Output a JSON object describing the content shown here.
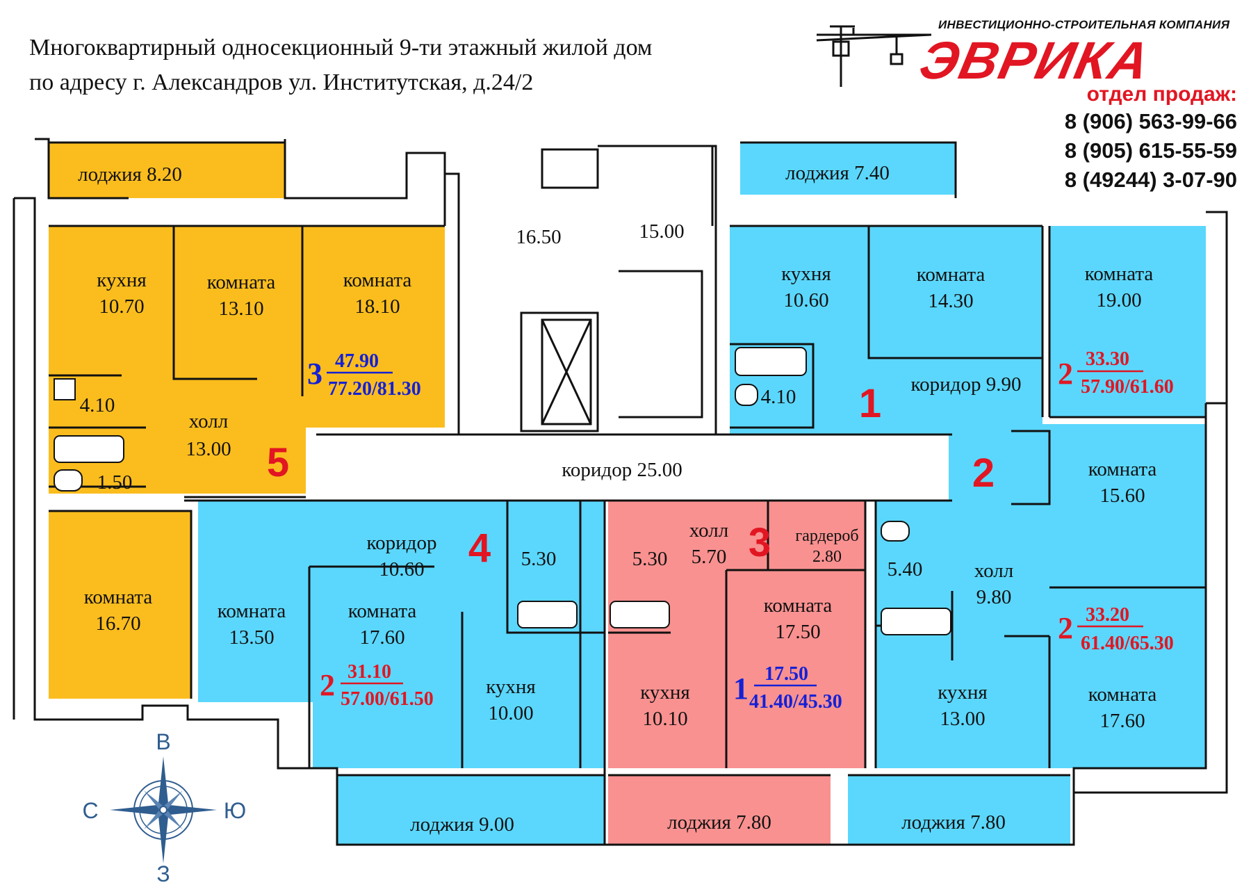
{
  "title": {
    "line1": "Многоквартирный односекционный  9-ти этажный жилой дом",
    "line2": "по адресу г. Александров ул. Институтская, д.24/2"
  },
  "company": {
    "subtitle": "ИНВЕСТИЦИОННО-СТРОИТЕЛЬНАЯ КОМПАНИЯ",
    "name": "ЭВРИКА",
    "brand_color": "#e11622"
  },
  "sales": {
    "heading": "отдел продаж:",
    "phones": [
      "8 (906) 563-99-66",
      "8 (905) 615-55-59",
      "8 (49244) 3-07-90"
    ]
  },
  "colors": {
    "apt_yellow": "#fbbd1e",
    "apt_blue": "#5bd7fd",
    "apt_pink": "#f99190",
    "wall": "#ffffff",
    "stroke": "#111111",
    "red_text": "#e11622",
    "blue_text": "#1421d6",
    "compass": "#2f5d8f"
  },
  "common": {
    "stair_a": "16.50",
    "stair_b": "15.00",
    "corridor": "коридор   25.00"
  },
  "apartments": {
    "a5": {
      "number": "5",
      "rooms": "3",
      "living": "47.90",
      "total": "77.20/81.30",
      "loggia": "лоджия    8.20",
      "kitchen": [
        "кухня",
        "10.70"
      ],
      "room1": [
        "комната",
        "13.10"
      ],
      "room2": [
        "комната",
        "18.10"
      ],
      "room3": [
        "комната",
        "16.70"
      ],
      "bath1": "4.10",
      "bath2": "1.50",
      "hall": [
        "холл",
        "13.00"
      ]
    },
    "a1": {
      "number": "1",
      "loggia": "лоджия    7.40",
      "kitchen": [
        "кухня",
        "10.60"
      ],
      "room": [
        "комната",
        "14.30"
      ],
      "bath": "4.10",
      "corridor": "коридор   9.90"
    },
    "a2top": {
      "number": "2",
      "rooms": "2",
      "living": "33.30",
      "total": "57.90/61.60",
      "room1": [
        "комната",
        "19.00"
      ],
      "room2": [
        "комната",
        "15.60"
      ]
    },
    "a4": {
      "number": "4",
      "rooms": "2",
      "living": "31.10",
      "total": "57.00/61.50",
      "corridor": [
        "коридор",
        "10.60"
      ],
      "room1": [
        "комната",
        "13.50"
      ],
      "room2": [
        "комната",
        "17.60"
      ],
      "kitchen": [
        "кухня",
        "10.00"
      ],
      "bath": "5.30",
      "loggia": "лоджия    9.00"
    },
    "a3": {
      "number": "3",
      "rooms": "1",
      "living": "17.50",
      "total": "41.40/45.30",
      "hall": [
        "холл",
        "5.70"
      ],
      "wardrobe": [
        "гардероб",
        "2.80"
      ],
      "bath": "5.30",
      "room": [
        "комната",
        "17.50"
      ],
      "kitchen": [
        "кухня",
        "10.10"
      ],
      "loggia": "лоджия    7.80"
    },
    "a2bot": {
      "rooms": "2",
      "living": "33.20",
      "total": "61.40/65.30",
      "bath": "5.40",
      "hall": [
        "холл",
        "9.80"
      ],
      "kitchen": [
        "кухня",
        "13.00"
      ],
      "room": [
        "комната",
        "17.60"
      ],
      "loggia": "лоджия 7.80"
    }
  },
  "compass": {
    "north": "В",
    "west": "С",
    "east": "Ю",
    "south": "З"
  }
}
